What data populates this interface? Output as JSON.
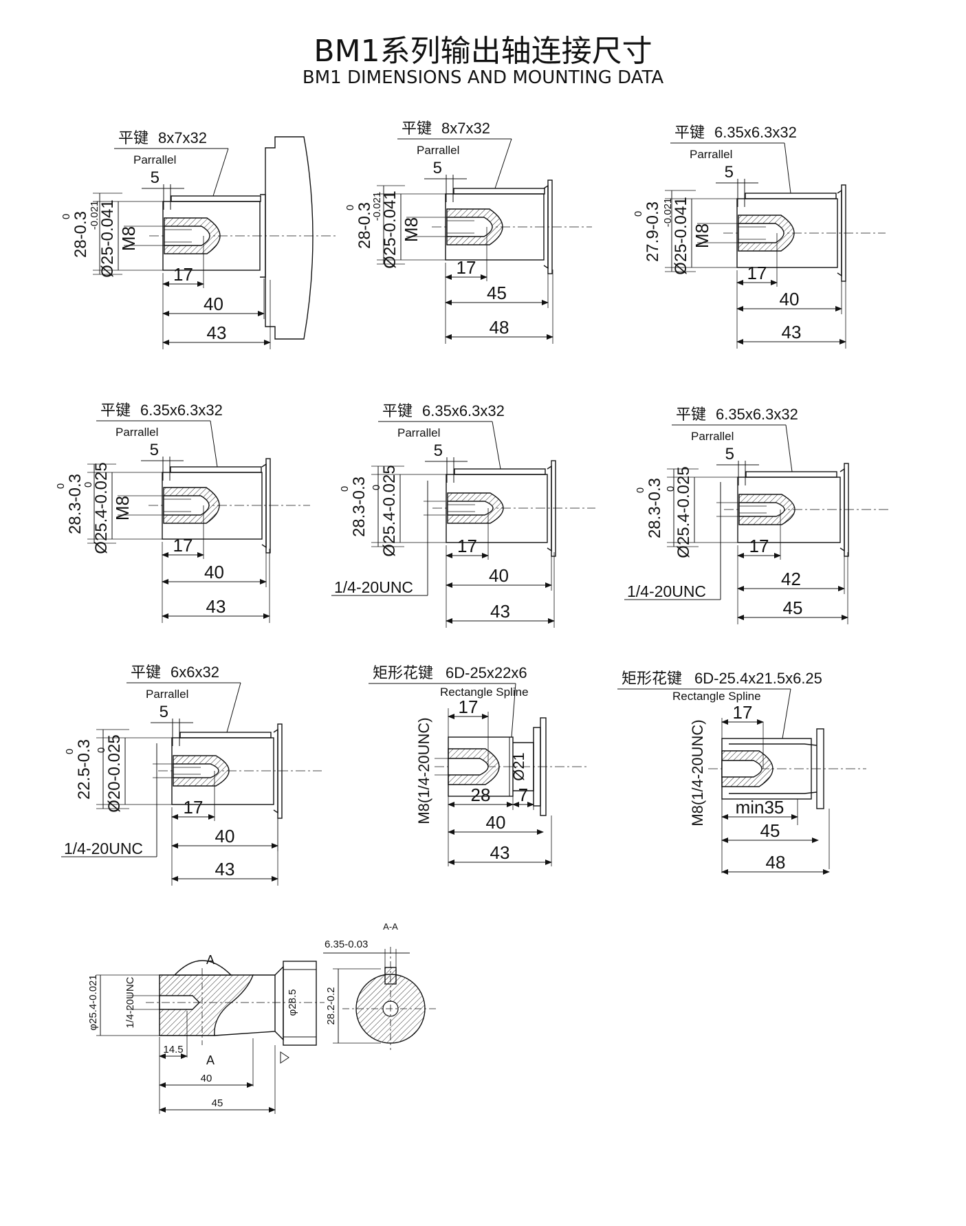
{
  "title_cn": "BM1系列输出轴连接尺寸",
  "title_en": "BM1 DIMENSIONS AND MOUNTING DATA",
  "drawings": [
    {
      "key_cn": "平键",
      "key_spec": "8x7x32",
      "key_en": "Parrallel",
      "key_w": "5",
      "ov_tol_top": "0",
      "ov": "28-0.3",
      "dia_tol_top": "-0.021",
      "dia": "Ø25-0.041",
      "thread": "M8",
      "d_short": "17",
      "d_mid": "40",
      "d_long": "43"
    },
    {
      "key_cn": "平键",
      "key_spec": "8x7x32",
      "key_en": "Parrallel",
      "key_w": "5",
      "ov_tol_top": "0",
      "ov": "28-0.3",
      "dia_tol_top": "-0.021",
      "dia": "Ø25-0.041",
      "thread": "M8",
      "d_short": "17",
      "d_mid": "45",
      "d_long": "48"
    },
    {
      "key_cn": "平键",
      "key_spec": "6.35x6.3x32",
      "key_en": "Parrallel",
      "key_w": "5",
      "ov_tol_top": "0",
      "ov": "27.9-0.3",
      "dia_tol_top": "-0.021",
      "dia": "Ø25-0.041",
      "thread": "M8",
      "d_short": "17",
      "d_mid": "40",
      "d_long": "43"
    },
    {
      "key_cn": "平键",
      "key_spec": "6.35x6.3x32",
      "key_en": "Parrallel",
      "key_w": "5",
      "ov_tol_top": "0",
      "ov": "28.3-0.3",
      "dia_tol_top": "0",
      "dia": "Ø25.4-0.025",
      "thread": "M8",
      "d_short": "17",
      "d_mid": "40",
      "d_long": "43"
    },
    {
      "key_cn": "平键",
      "key_spec": "6.35x6.3x32",
      "key_en": "Parrallel",
      "key_w": "5",
      "ov_tol_top": "0",
      "ov": "28.3-0.3",
      "dia_tol_top": "0",
      "dia": "Ø25.4-0.025",
      "unc": "1/4-20UNC",
      "d_short": "17",
      "d_mid": "40",
      "d_long": "43"
    },
    {
      "key_cn": "平键",
      "key_spec": "6.35x6.3x32",
      "key_en": "Parrallel",
      "key_w": "5",
      "ov_tol_top": "0",
      "ov": "28.3-0.3",
      "dia_tol_top": "0",
      "dia": "Ø25.4-0.025",
      "unc": "1/4-20UNC",
      "d_short": "17",
      "d_mid": "42",
      "d_long": "45"
    },
    {
      "key_cn": "平键",
      "key_spec": "6x6x32",
      "key_en": "Parrallel",
      "key_w": "5",
      "ov_tol_top": "0",
      "ov": "22.5-0.3",
      "dia_tol_top": "0",
      "dia": "Ø20-0.025",
      "unc": "1/4-20UNC",
      "d_short": "17",
      "d_mid": "40",
      "d_long": "43"
    }
  ],
  "spline1": {
    "key_cn": "矩形花键",
    "key_spec": "6D-25x22x6",
    "key_en": "Rectangle Spline",
    "thread": "M8(1/4-20UNC)",
    "dia": "Ø21",
    "d_top": "17",
    "d_28": "28",
    "d_7": "7",
    "d_mid": "40",
    "d_long": "43"
  },
  "spline2": {
    "key_cn": "矩形花键",
    "key_spec": "6D-25.4x21.5x6.25",
    "key_en": "Rectangle Spline",
    "thread": "M8(1/4-20UNC)",
    "d_top": "17",
    "d_min": "min35",
    "d_mid": "45",
    "d_long": "48"
  },
  "section": {
    "dia": "φ25.4-0.021",
    "unc": "1/4-20UNC",
    "a_top": "A",
    "a_bot": "A",
    "d_145": "14.5",
    "d_40": "40",
    "d_45": "45",
    "od": "φ28.5"
  },
  "aa": {
    "label": "A-A",
    "key_w": "6.35-0.03",
    "height": "28.2-0.2"
  }
}
